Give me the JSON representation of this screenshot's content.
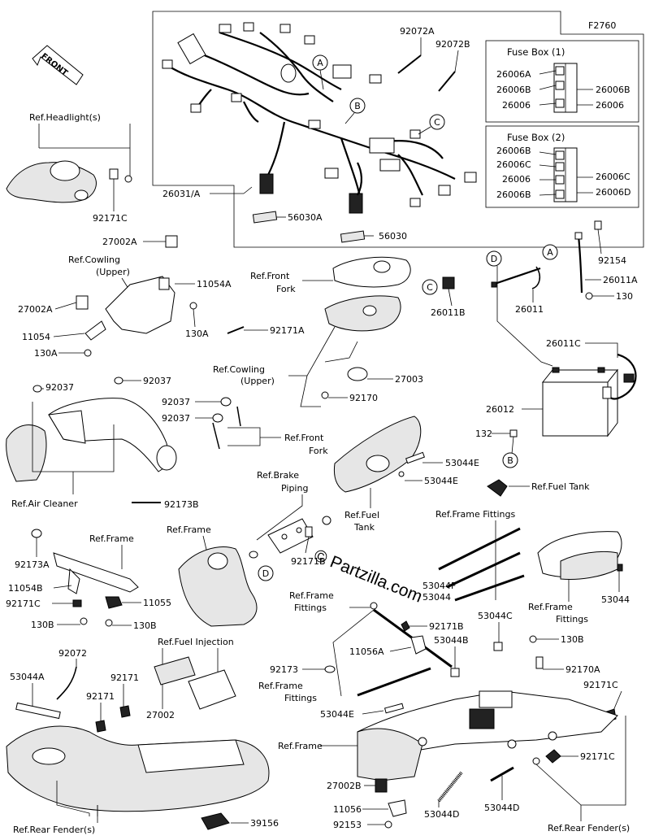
{
  "figure_code": "F2760",
  "watermark": "© Partzilla.com",
  "front_label": "FRONT",
  "fuse_box_1": {
    "title": "Fuse Box (1)",
    "left_labels": [
      "26006A",
      "26006B",
      "26006"
    ],
    "right_labels": [
      "26006B",
      "26006"
    ]
  },
  "fuse_box_2": {
    "title": "Fuse Box (2)",
    "left_labels": [
      "26006B",
      "26006C",
      "26006",
      "26006B"
    ],
    "right_labels": [
      "26006C",
      "26006D"
    ]
  },
  "callouts": [
    "A",
    "B",
    "C",
    "D"
  ],
  "labels": {
    "ref_headlight": "Ref.Headlight(s)",
    "p92171C_a": "92171C",
    "p26031A": "26031/A",
    "p56030A": "56030A",
    "p56030": "56030",
    "p92072A": "92072A",
    "p92072B": "92072B",
    "p27002A_a": "27002A",
    "ref_cowling_upper_1a": "Ref.Cowling",
    "ref_cowling_upper_1b": "(Upper)",
    "p11054A": "11054A",
    "p27002A_b": "27002A",
    "p11054": "11054",
    "p130A_a": "130A",
    "p130A_b": "130A",
    "ref_front_fork_1a": "Ref.Front",
    "ref_front_fork_1b": "Fork",
    "p92171A": "92171A",
    "p26011B": "26011B",
    "p92154": "92154",
    "p26011A": "26011A",
    "p130_a": "130",
    "p26011": "26011",
    "p26011C": "26011C",
    "p26012": "26012",
    "ref_cowling_upper_2a": "Ref.Cowling",
    "ref_cowling_upper_2b": "(Upper)",
    "p27003": "27003",
    "p92170": "92170",
    "p92037_a": "92037",
    "p92037_b": "92037",
    "p92037_c": "92037",
    "p92037_d": "92037",
    "ref_front_fork_2a": "Ref.Front",
    "ref_front_fork_2b": "Fork",
    "p132": "132",
    "p53044E_a": "53044E",
    "p53044E_b": "53044E",
    "ref_fuel_tank_1": "Ref.Fuel Tank",
    "ref_fuel_tank_2a": "Ref.Fuel",
    "ref_fuel_tank_2b": "Tank",
    "ref_air_cleaner": "Ref.Air Cleaner",
    "p92173B": "92173B",
    "ref_brake_piping_a": "Ref.Brake",
    "ref_brake_piping_b": "Piping",
    "ref_frame_fittings_1": "Ref.Frame Fittings",
    "ref_frame_1": "Ref.Frame",
    "ref_frame_2": "Ref.Frame",
    "p92173A": "92173A",
    "p11054B": "11054B",
    "p92171C_b": "92171C",
    "p11055": "11055",
    "p130B_a": "130B",
    "p130B_b": "130B",
    "p130B_c": "130B",
    "p92171B_a": "92171B",
    "p92171B_b": "92171B",
    "p53044F": "53044F",
    "p53044_a": "53044",
    "p53044_b": "53044",
    "ref_frame_fittings_2a": "Ref.Frame",
    "ref_frame_fittings_2b": "Fittings",
    "ref_frame_fittings_3a": "Ref.Frame",
    "ref_frame_fittings_3b": "Fittings",
    "ref_frame_fittings_4a": "Ref.Frame",
    "ref_frame_fittings_4b": "Fittings",
    "p53044C": "53044C",
    "p53044B": "53044B",
    "p11056A": "11056A",
    "p92173": "92173",
    "p92170A": "92170A",
    "p53044E_c": "53044E",
    "p92171C_c": "92171C",
    "p92171C_d": "92171C",
    "ref_fuel_injection": "Ref.Fuel Injection",
    "p92072": "92072",
    "p53044A": "53044A",
    "p92171_a": "92171",
    "p92171_b": "92171",
    "p27002": "27002",
    "ref_frame_3": "Ref.Frame",
    "p27002B": "27002B",
    "p11056": "11056",
    "p92153": "92153",
    "p53044D_a": "53044D",
    "p53044D_b": "53044D",
    "ref_rear_fender_1": "Ref.Rear Fender(s)",
    "ref_rear_fender_2": "Ref.Rear Fender(s)",
    "p39156": "39156"
  }
}
